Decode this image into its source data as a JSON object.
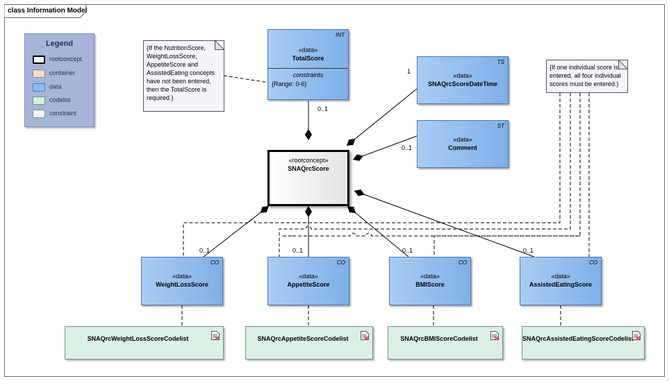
{
  "frame": {
    "title": "class Information Model"
  },
  "legend": {
    "title": "Legend",
    "items": [
      {
        "label": "rootconcept",
        "color": "#ffffff",
        "border": "#000000"
      },
      {
        "label": "container",
        "color": "#f6dccb",
        "border": "#8a8a8a"
      },
      {
        "label": "data",
        "color": "#8fbbee",
        "border": "#4a79b8"
      },
      {
        "label": "codelist",
        "color": "#d6efe1",
        "border": "#6f9a82"
      },
      {
        "label": "constraint",
        "color": "#f4f4fb",
        "border": "#8a8a8a"
      }
    ]
  },
  "boxes": {
    "root": {
      "stereotype": "«rootconcept»",
      "name": "SNAQrcScore"
    },
    "total": {
      "stereotype": "«data»",
      "name": "TotalScore",
      "tag": "INT",
      "constraints_label": "constraints",
      "constraint": "{Range: 0-6}"
    },
    "datetime": {
      "stereotype": "«data»",
      "name": "SNAQrcScoreDateTime",
      "tag": "TS"
    },
    "comment": {
      "stereotype": "«data»",
      "name": "Comment",
      "tag": "ST"
    },
    "weight": {
      "stereotype": "«data»",
      "name": "WeightLossScore",
      "tag": "CO"
    },
    "appetite": {
      "stereotype": "«data»",
      "name": "AppetiteScore",
      "tag": "CO"
    },
    "bmi": {
      "stereotype": "«data»",
      "name": "BMIScore",
      "tag": "CO"
    },
    "assisted": {
      "stereotype": "«data»",
      "name": "AssistedEatingScore",
      "tag": "CO"
    }
  },
  "codelists": {
    "weight": "SNAQrcWeightLossScoreCodelist",
    "appetite": "SNAQrcAppetiteScoreCodelist",
    "bmi": "SNAQrcBMIScoreCodelist",
    "assisted": "SNAQrcAssistedEatingScoreCodelist"
  },
  "notes": {
    "total": [
      "{If the NutritionScore,",
      "WeightLossScore,",
      "AppetiteScore and",
      "AssistedEating concepts",
      "have not been entered,",
      "then the TotalScore is",
      "required.}"
    ],
    "individual": [
      "{If one individual score is",
      "entered, all four individual",
      "scores must be entered.}"
    ]
  },
  "multiplicities": {
    "total": "0..1",
    "datetime": "1",
    "comment": "0..1",
    "weight": "0..1",
    "appetite": "0..1",
    "bmi": "0..1",
    "assisted": "0..1"
  }
}
